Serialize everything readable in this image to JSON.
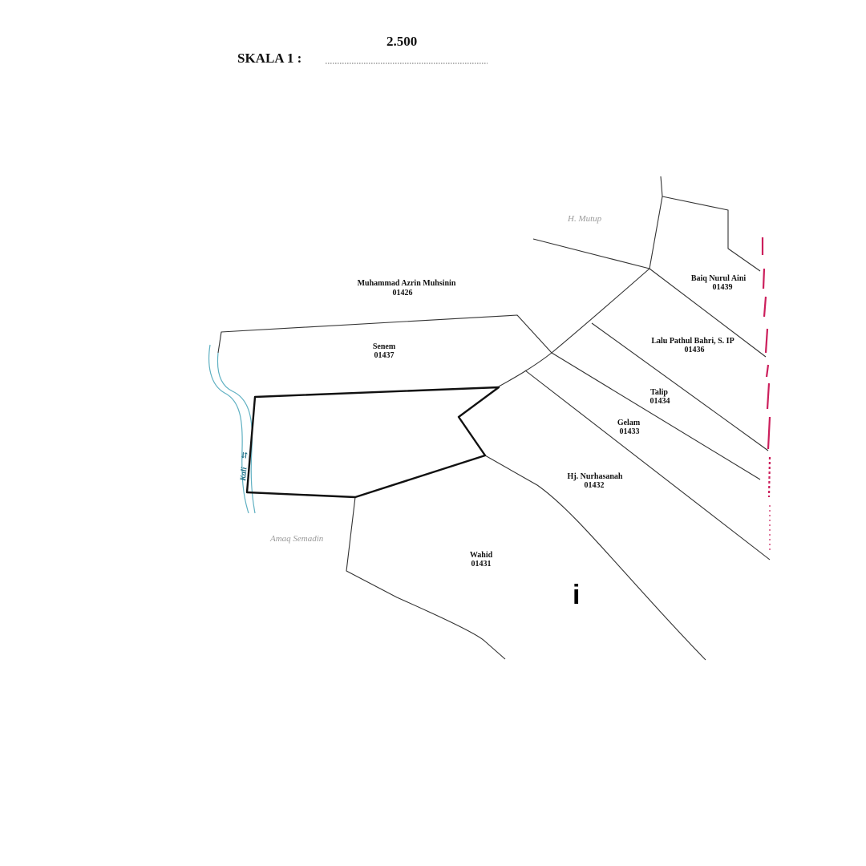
{
  "scale": {
    "label": "SKALA 1 :",
    "value": "2.500"
  },
  "parcels": [
    {
      "name": "Muhammad Azrin Muhsinin",
      "id": "01426"
    },
    {
      "name": "Senem",
      "id": "01437"
    },
    {
      "name": "Baiq Nurul Aini",
      "id": "01439"
    },
    {
      "name": "Lalu Pathul Bahri, S. IP",
      "id": "01436"
    },
    {
      "name": "Talip",
      "id": "01434"
    },
    {
      "name": "Gelam",
      "id": "01433"
    },
    {
      "name": "Hj. Nurhasanah",
      "id": "01432"
    },
    {
      "name": "Wahid",
      "id": "01431"
    }
  ],
  "faint_labels": {
    "north_owner": "H. Mutup",
    "southwest_owner": "Amaq Semadin"
  },
  "river": {
    "label": "Kali"
  },
  "cursor_glyph": "i",
  "colors": {
    "boundary_line": "#333333",
    "subject_parcel_outline": "#111111",
    "river_line": "#5fb0c2",
    "river_label": "#1f6f86",
    "sheet_edge_mark": "#cc1f5c",
    "faint_label": "#9a9a9a"
  }
}
